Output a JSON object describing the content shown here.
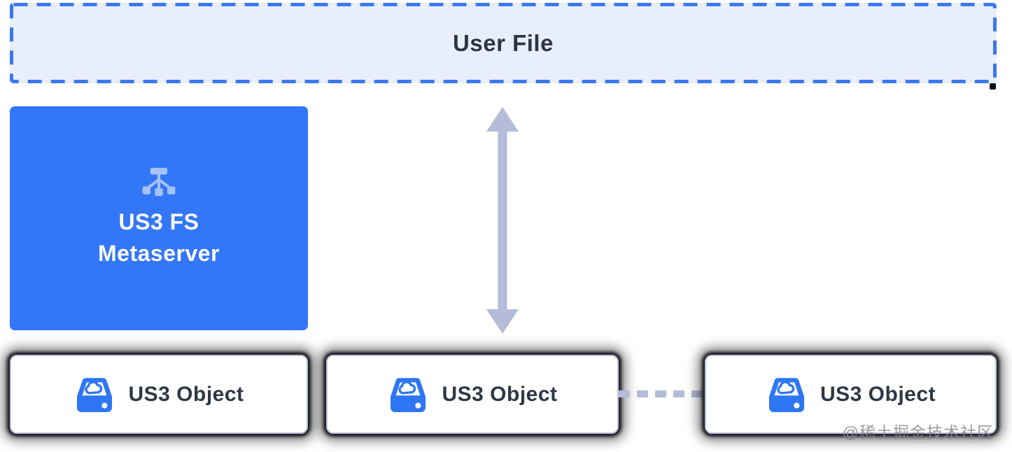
{
  "diagram": {
    "user_file_box": {
      "label": "User File"
    },
    "metaserver_box": {
      "line1": "US3 FS",
      "line2": "Metaserver",
      "icon": "sitemap-icon"
    },
    "object_boxes": [
      {
        "label": "US3 Object",
        "icon": "storage-drive-cloud-icon"
      },
      {
        "label": "US3 Object",
        "icon": "storage-drive-cloud-icon"
      },
      {
        "label": "US3 Object",
        "icon": "storage-drive-cloud-icon"
      }
    ],
    "connectors": [
      {
        "type": "vertical-double-arrow",
        "color": "#b4bcd9"
      },
      {
        "type": "horizontal-dashed-line",
        "color": "#b4bcd9"
      }
    ],
    "watermark": {
      "text": "@稀土掘金技术社区"
    },
    "colors": {
      "accent_blue": "#3376f7",
      "dashed_border_blue": "#3b78f2",
      "user_file_fill": "#e9eefb",
      "connector_gray": "#b4bcd9",
      "icon_light_blue": "#a5c3f8",
      "drive_icon_blue": "#2e76f3",
      "text_dark": "#2e3745",
      "box_border": "#bcc2e0"
    }
  }
}
